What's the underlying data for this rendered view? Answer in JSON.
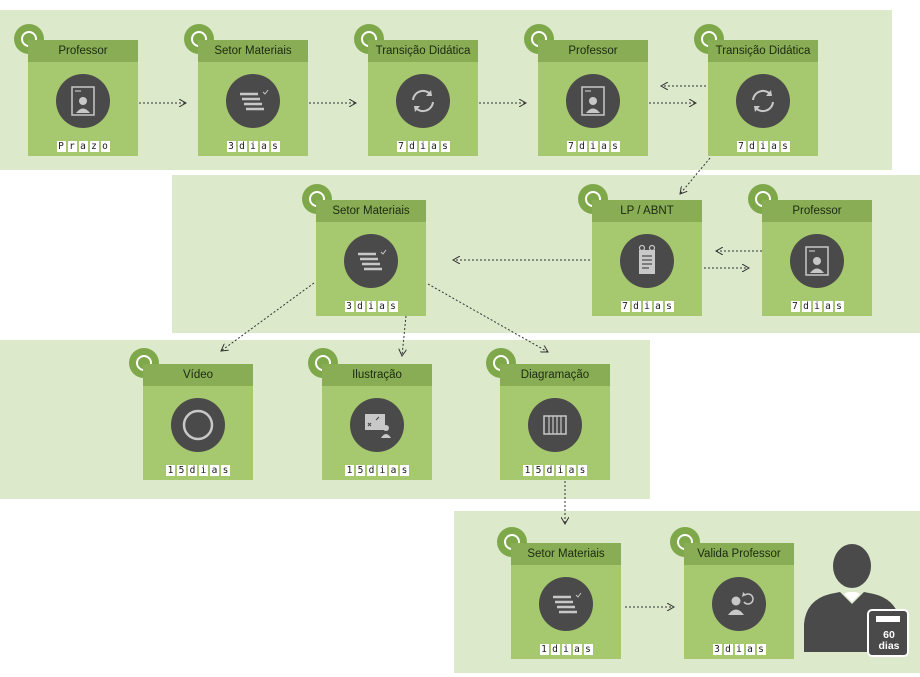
{
  "flow": {
    "row1": {
      "n1": {
        "title": "Professor",
        "prazo": "Prazo"
      },
      "n2": {
        "title": "Setor Materiais",
        "prazo": "3dias"
      },
      "n3": {
        "title": "Transição Didática",
        "prazo": "7dias"
      },
      "n4": {
        "title": "Professor",
        "prazo": "7dias"
      },
      "n5": {
        "title": "Transição Didática",
        "prazo": "7dias"
      }
    },
    "row2": {
      "n1": {
        "title": "Setor Materiais",
        "prazo": "3dias"
      },
      "n2": {
        "title": "LP / ABNT",
        "prazo": "7dias"
      },
      "n3": {
        "title": "Professor",
        "prazo": "7dias"
      }
    },
    "row3": {
      "n1": {
        "title": "Vídeo",
        "prazo": "15dias"
      },
      "n2": {
        "title": "Ilustração",
        "prazo": "15dias"
      },
      "n3": {
        "title": "Diagramação",
        "prazo": "15dias"
      }
    },
    "row4": {
      "n1": {
        "title": "Setor Materiais",
        "prazo": "1dias"
      },
      "n2": {
        "title": "Valida Professor",
        "prazo": "3dias"
      }
    }
  },
  "total": {
    "days": "60",
    "unit": "dias"
  },
  "icons": {
    "professor": "user-frame-icon",
    "setor": "document-list-icon",
    "transicao": "refresh-icon",
    "lp": "checklist-document-icon",
    "video": "record-icon",
    "ilustracao": "drawing-icon",
    "diagramacao": "layout-icon",
    "valida": "user-refresh-icon",
    "total": "person-calendar-icon"
  },
  "colors": {
    "band": "#dde9cb",
    "node": "#a6c86e",
    "header": "#89ad55",
    "ring": "#7ea84a",
    "icon_bg": "#4a4a4a"
  }
}
